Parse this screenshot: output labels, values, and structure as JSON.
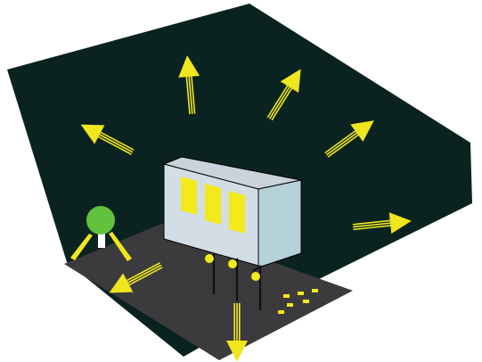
{
  "scene": {
    "colors": {
      "night_sky": "#0b2320",
      "ground": "#3b3b3d",
      "building_front": "#d3dde6",
      "building_side": "#b5d2db",
      "building_roof": "#c9d3dc",
      "window_light": "#f2ea1c",
      "arrow": "#f0e61e",
      "tree_canopy": "#62c23c",
      "tree_trunk": "#ffffff",
      "lamp_post": "#111111",
      "outline": "#000000"
    },
    "light_arrows": [
      {
        "name": "light-arrow-up-left",
        "direction": "up"
      },
      {
        "name": "light-arrow-up-right",
        "direction": "up-right"
      },
      {
        "name": "light-arrow-left",
        "direction": "left"
      },
      {
        "name": "light-arrow-right",
        "direction": "right"
      },
      {
        "name": "light-arrow-far-right",
        "direction": "right"
      },
      {
        "name": "light-arrow-ground-left",
        "direction": "down-left"
      },
      {
        "name": "light-arrow-down",
        "direction": "down"
      }
    ],
    "building": {
      "lit_windows": 3
    },
    "street_lamps": 3,
    "ground_lights": 6,
    "tree": {
      "icon": "tree-icon"
    }
  }
}
